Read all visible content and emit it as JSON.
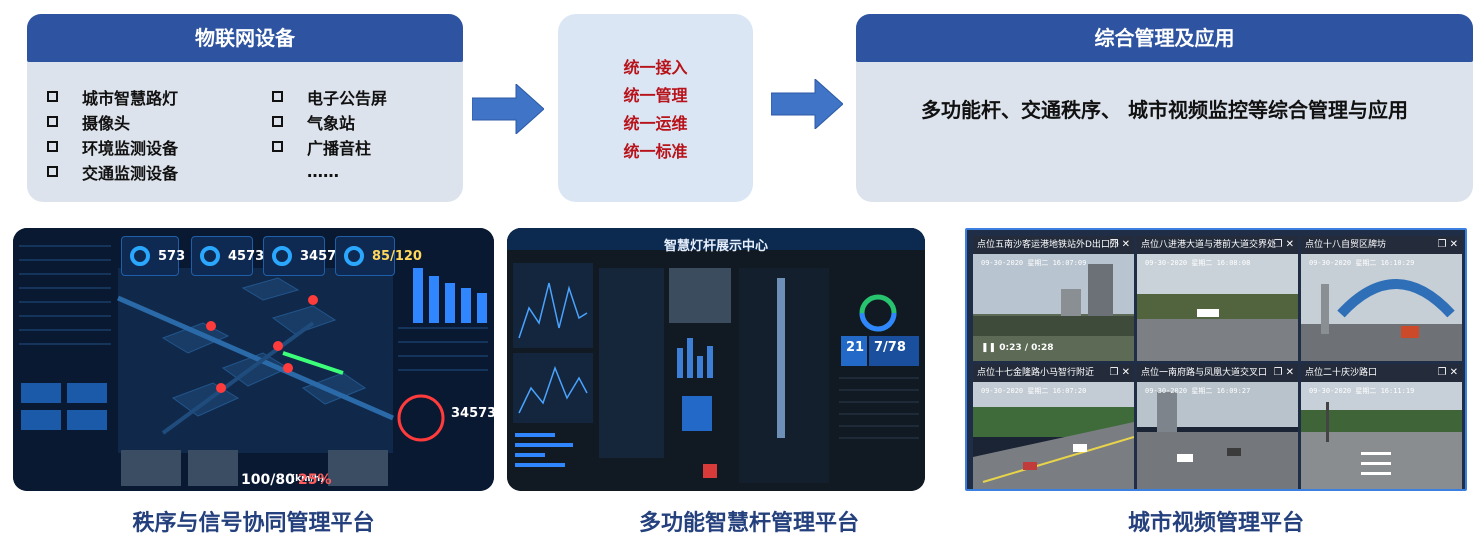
{
  "iot_card": {
    "title": "物联网设备",
    "col1": [
      "城市智慧路灯",
      "摄像头",
      "环境监测设备",
      "交通监测设备"
    ],
    "col2": [
      "电子公告屏",
      "气象站",
      "广播音柱",
      "……"
    ]
  },
  "unified_card": {
    "items": [
      "统一接入",
      "统一管理",
      "统一运维",
      "统一标准"
    ]
  },
  "app_card": {
    "title": "综合管理及应用",
    "text": "多功能杆、交通秩序、 城市视频监控等综合管理与应用"
  },
  "panel_signal": {
    "caption": "秩序与信号协同管理平台",
    "stats": [
      "573",
      "4573",
      "3457",
      "85/120"
    ],
    "big_number": "34573",
    "bottom_values": [
      "100/80",
      "(km/h)",
      "25%"
    ]
  },
  "panel_pole": {
    "caption": "多功能智慧杆管理平台",
    "title": "智慧灯杆展示中心",
    "tile_a": "21",
    "tile_b": "7/78"
  },
  "panel_video": {
    "caption": "城市视频管理平台",
    "cams": [
      {
        "title": "点位五南沙客运港地铁站外D出口外",
        "time": "09-30-2020  星期二  16:07:09",
        "control": "0:23 / 0:28"
      },
      {
        "title": "点位八进港大道与港前大道交界处",
        "time": "09-30-2020  星期二  16:08:08"
      },
      {
        "title": "点位十八自贸区牌坊",
        "time": "09-30-2020  星期二  16:10:29"
      },
      {
        "title": "点位十七金隆路小马智行附近",
        "time": "09-30-2020  星期二  16:07:20"
      },
      {
        "title": "点位一南府路与凤凰大道交叉口",
        "time": "09-30-2020  星期二  16:09:27"
      },
      {
        "title": "点位二十庆沙路口",
        "time": "09-30-2020  星期二  16:11:19"
      }
    ]
  },
  "colors": {
    "header_blue": "#2e53a0",
    "card_gray": "#dde3ec",
    "unified_red": "#b8131a",
    "caption_blue": "#24407d",
    "arrow_blue": "#3f74c6"
  }
}
